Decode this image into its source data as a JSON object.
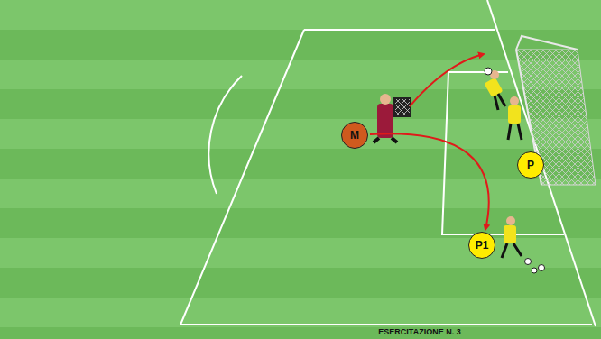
{
  "diagram": {
    "caption": "ESERCITAZIONE N. 3",
    "nodes": [
      {
        "text": [
          "M"
        ]
      },
      {
        "text": [
          "P"
        ]
      },
      {
        "text": [
          "P1"
        ]
      }
    ],
    "edges": [
      {
        "from": 0,
        "to": 2,
        "arrow": "to"
      }
    ]
  }
}
